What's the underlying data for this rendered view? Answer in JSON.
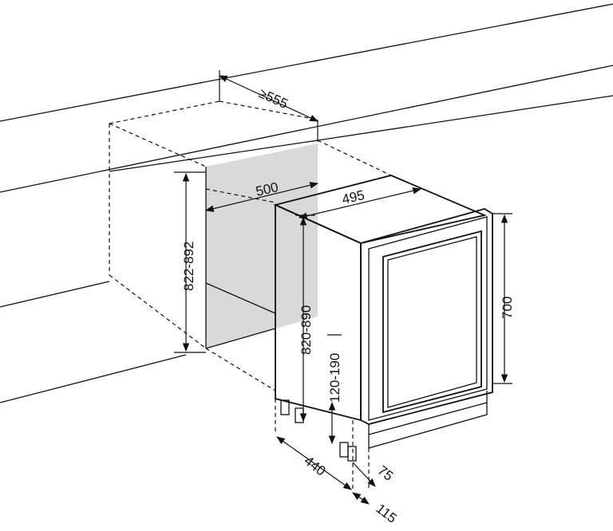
{
  "dimensions": {
    "niche_depth": "≥555",
    "recess_depth": "500",
    "unit_width": "495",
    "niche_height": "822-892",
    "unit_height": "820-890",
    "door_height": "700",
    "feet_height": "120-190",
    "unit_depth": "440",
    "door_offset": "75",
    "door_thickness": "115"
  },
  "colors": {
    "line": "#111111",
    "recess_fill": "#d9d9d9",
    "background": "#ffffff"
  }
}
